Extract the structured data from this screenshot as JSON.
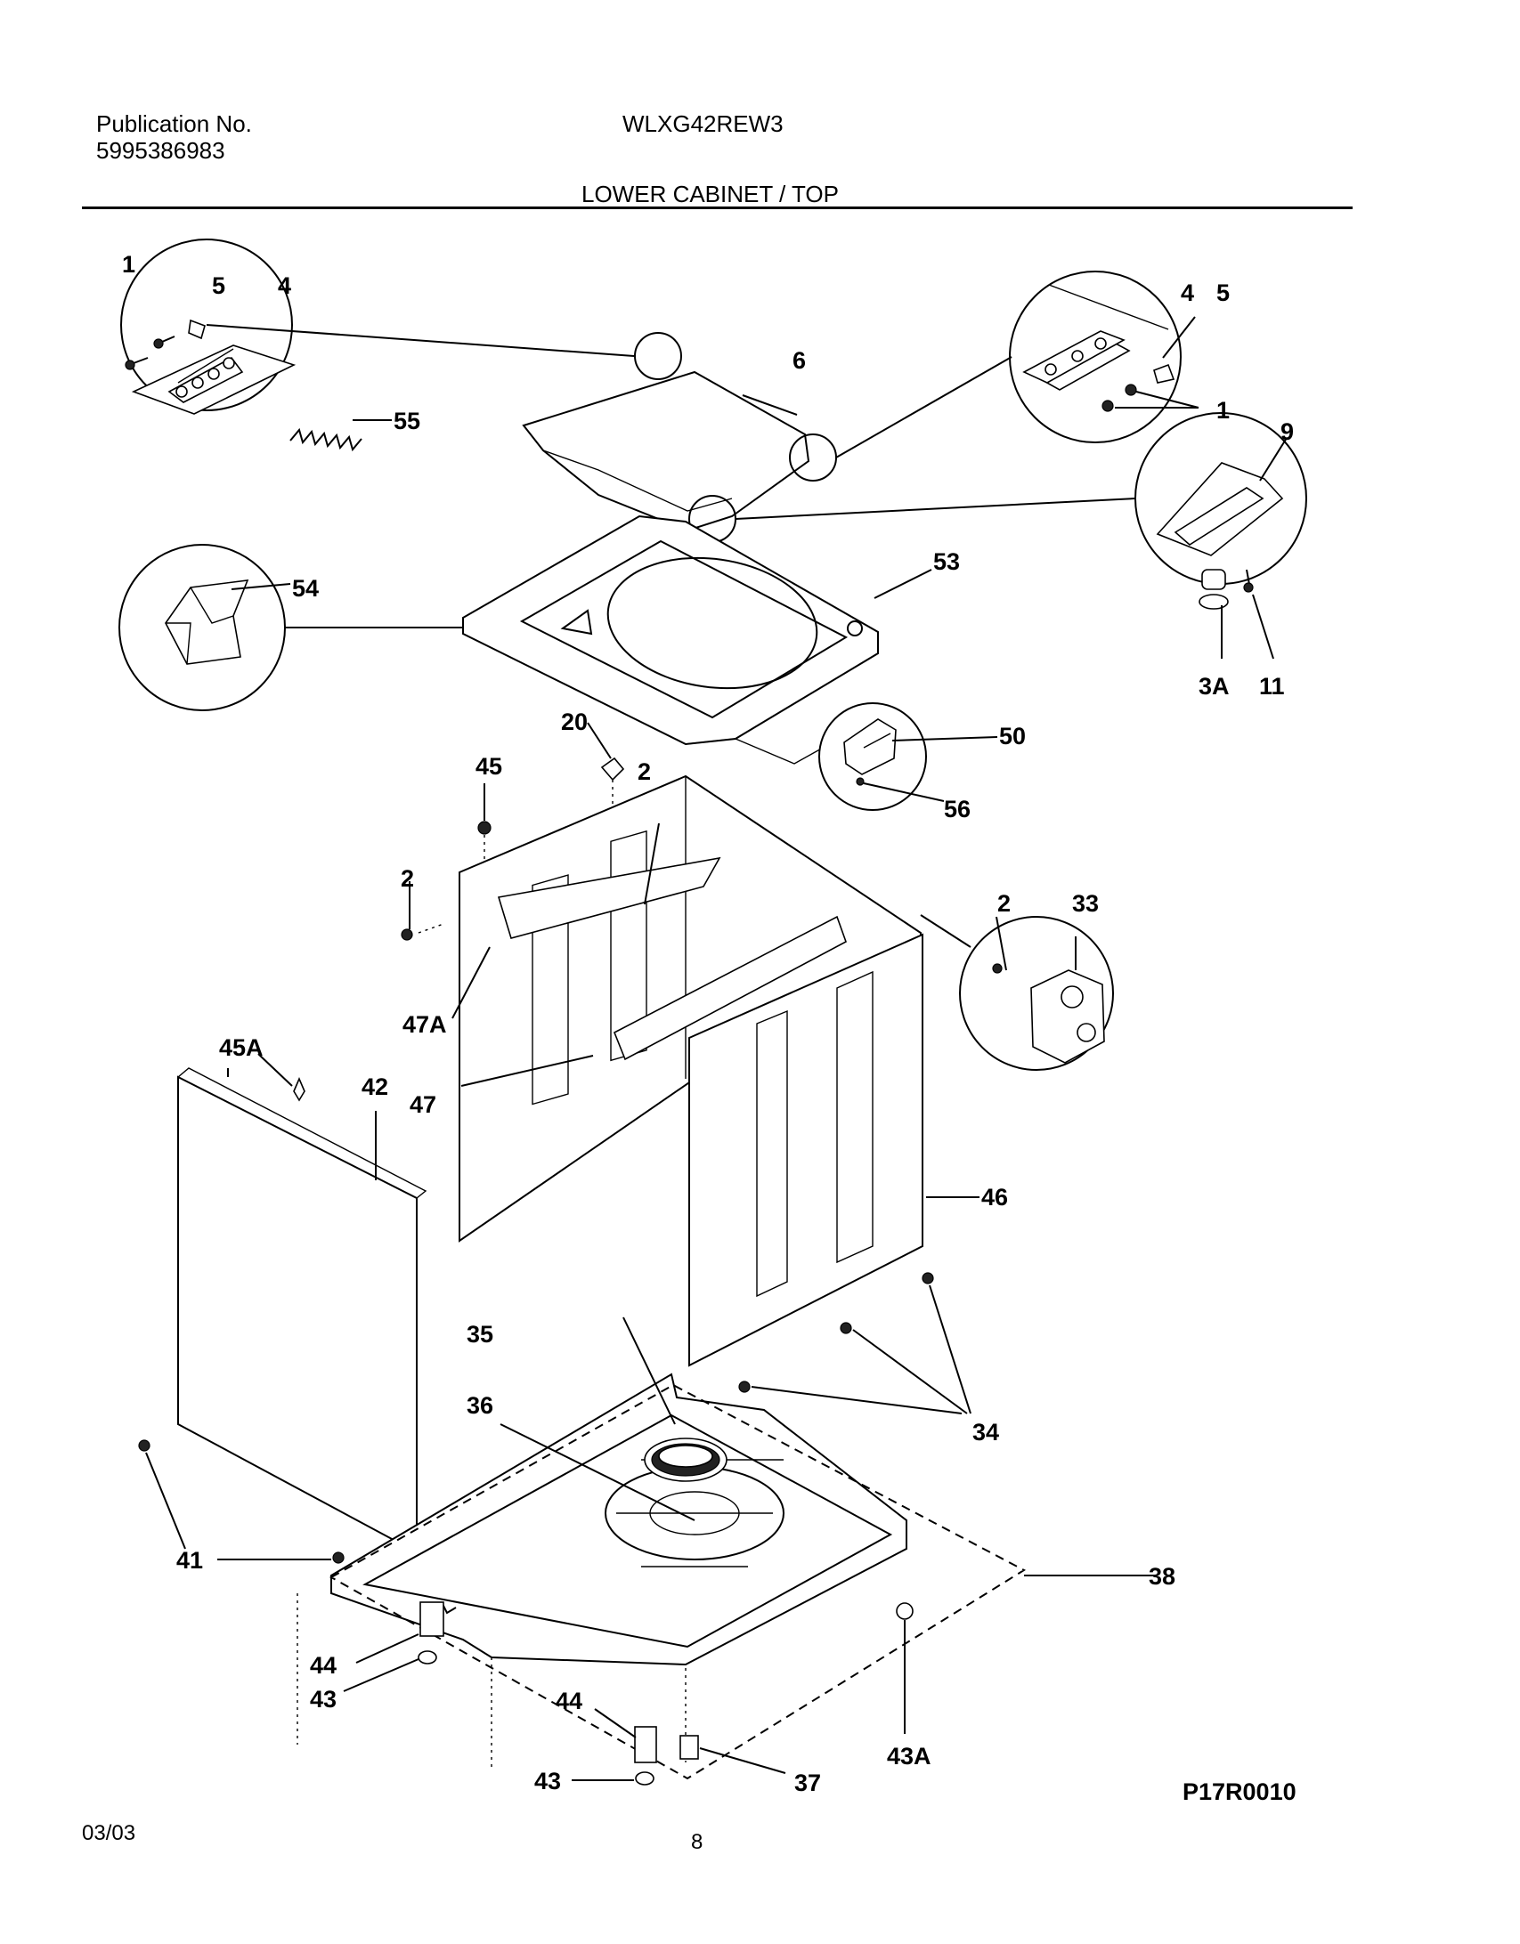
{
  "header": {
    "publication_label": "Publication No.",
    "publication_number": "5995386983",
    "model": "WLXG42REW3",
    "section_title": "LOWER CABINET / TOP"
  },
  "footer": {
    "date": "03/03",
    "page": "8",
    "diagram_code": "P17R0010"
  },
  "callouts": {
    "c1a": "1",
    "c5a": "5",
    "c4a": "4",
    "c55": "55",
    "c6": "6",
    "c4b": "4",
    "c5b": "5",
    "c1b": "1",
    "c9": "9",
    "c54": "54",
    "c53": "53",
    "c3A": "3A",
    "c11": "11",
    "c20": "20",
    "c45": "45",
    "c2a": "2",
    "c50": "50",
    "c56": "56",
    "c2b": "2",
    "c2c": "2",
    "c33": "33",
    "c47A": "47A",
    "c45A": "45A",
    "c42": "42",
    "c47": "47",
    "c46": "46",
    "c35": "35",
    "c36": "36",
    "c34": "34",
    "c41": "41",
    "c38": "38",
    "c44a": "44",
    "c43a": "43",
    "c44b": "44",
    "c43A": "43A",
    "c43b": "43",
    "c37": "37"
  }
}
